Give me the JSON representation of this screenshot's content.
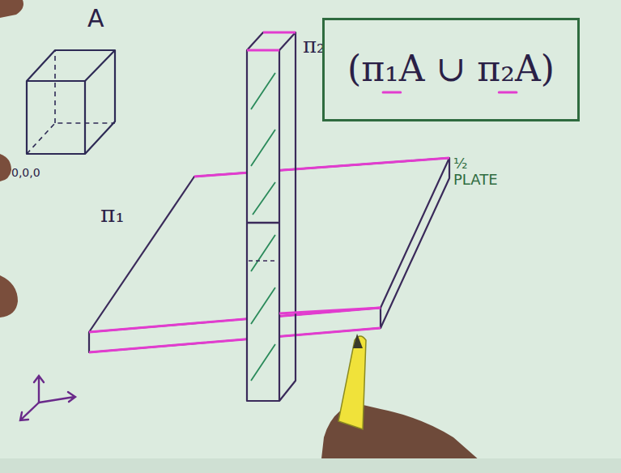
{
  "diagram": {
    "nodes": [
      {
        "text": [
          "(π₁A ∪ π₂A)"
        ]
      }
    ],
    "labels": [
      "A",
      "0,0,0",
      "π₂",
      "π₁",
      "½ PLATE"
    ]
  }
}
